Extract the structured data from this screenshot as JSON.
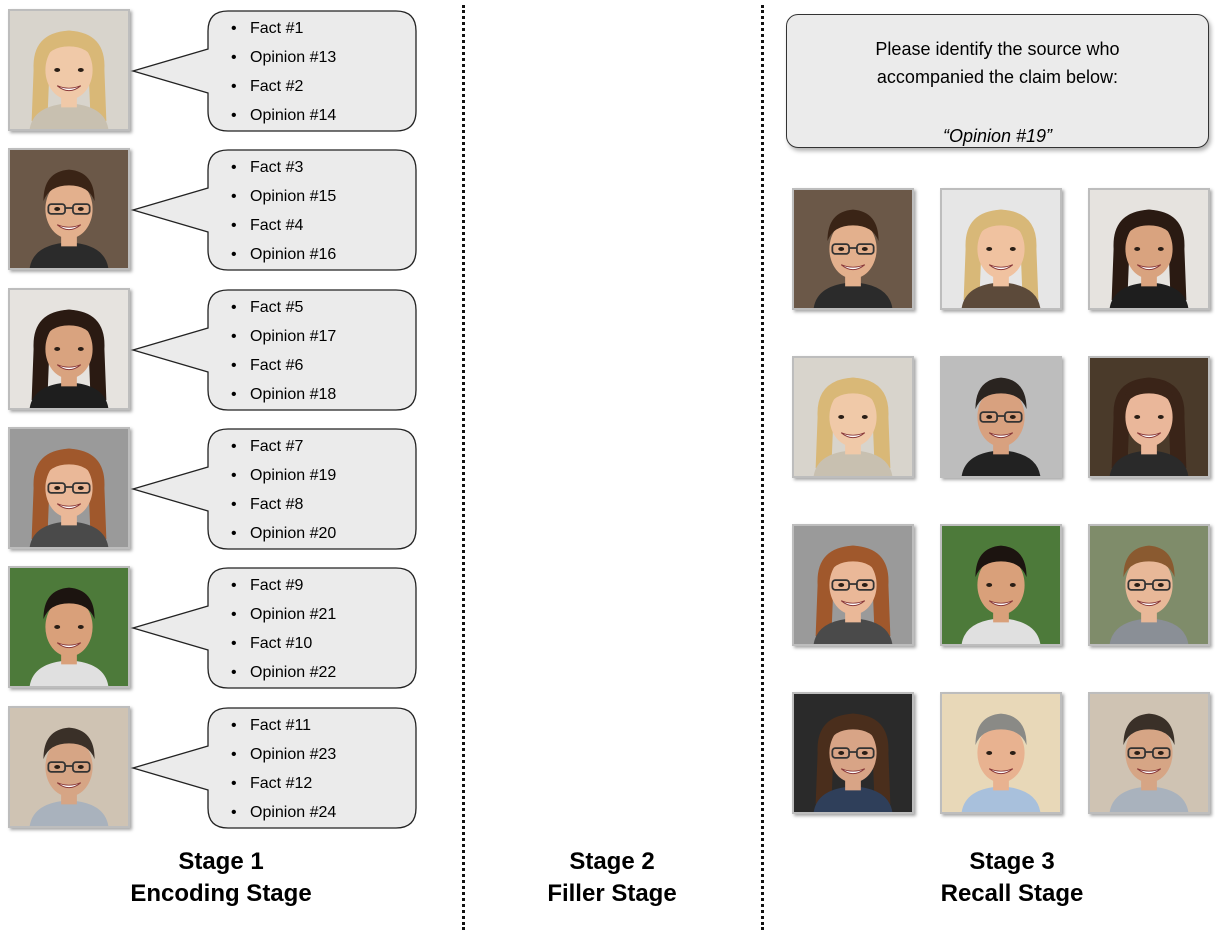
{
  "stage1": {
    "title": "Stage 1",
    "subtitle": "Encoding Stage",
    "sources": [
      {
        "face": "blonde-woman",
        "claims": [
          "Fact #1",
          "Opinion #13",
          "Fact #2",
          "Opinion #14"
        ]
      },
      {
        "face": "man-glasses-brown-hair",
        "claims": [
          "Fact #3",
          "Opinion #15",
          "Fact #4",
          "Opinion #16"
        ]
      },
      {
        "face": "curly-dark-haired-woman",
        "claims": [
          "Fact #5",
          "Opinion #17",
          "Fact #6",
          "Opinion #18"
        ]
      },
      {
        "face": "older-woman-glasses",
        "claims": [
          "Fact #7",
          "Opinion #19",
          "Fact #8",
          "Opinion #20"
        ]
      },
      {
        "face": "dark-haired-man-green-bg",
        "claims": [
          "Fact #9",
          "Opinion #21",
          "Fact #10",
          "Opinion #22"
        ]
      },
      {
        "face": "man-glasses-stubble",
        "claims": [
          "Fact #11",
          "Opinion #23",
          "Fact #12",
          "Opinion #24"
        ]
      }
    ]
  },
  "stage2": {
    "title": "Stage 2",
    "subtitle": "Filler Stage"
  },
  "stage3": {
    "title": "Stage 3",
    "subtitle": "Recall Stage",
    "prompt_line1": "Please identify the source who",
    "prompt_line2": "accompanied the claim below:",
    "prompt_claim": "“Opinion #19”",
    "choices": [
      "man-glasses-brown-hair",
      "blonde-older-woman",
      "curly-dark-haired-woman",
      "blonde-woman",
      "man-glasses-suit",
      "brunette-woman",
      "older-woman-glasses",
      "dark-haired-man-green-bg",
      "man-glasses-outdoor",
      "curly-haired-woman-glasses",
      "gray-haired-man",
      "man-glasses-stubble"
    ]
  },
  "faces": {
    "blonde-woman": {
      "bg": "#d8d4cc",
      "skin": "#f0c9a8",
      "hair": "#d9b877",
      "glasses": false,
      "long": true,
      "shirt": "#c8c0b0"
    },
    "man-glasses-brown-hair": {
      "bg": "#6b5848",
      "skin": "#e3b08d",
      "hair": "#3a2416",
      "glasses": true,
      "long": false,
      "shirt": "#2b2b2b"
    },
    "curly-dark-haired-woman": {
      "bg": "#e6e3df",
      "skin": "#d9a37f",
      "hair": "#2a1a12",
      "glasses": false,
      "long": true,
      "shirt": "#1e1e1e"
    },
    "older-woman-glasses": {
      "bg": "#9a9a9a",
      "skin": "#eab898",
      "hair": "#a0582c",
      "glasses": true,
      "long": true,
      "shirt": "#4a4a4a"
    },
    "dark-haired-man-green-bg": {
      "bg": "#4d7a3a",
      "skin": "#d9a07a",
      "hair": "#1c1410",
      "glasses": false,
      "long": false,
      "shirt": "#e0e0e0"
    },
    "man-glasses-stubble": {
      "bg": "#cfc3b3",
      "skin": "#d6a585",
      "hair": "#3a3028",
      "glasses": true,
      "long": false,
      "shirt": "#a9b2bd"
    },
    "blonde-older-woman": {
      "bg": "#e6e6e6",
      "skin": "#f0c2a0",
      "hair": "#d8b878",
      "glasses": false,
      "long": true,
      "shirt": "#5c4a3a"
    },
    "man-glasses-suit": {
      "bg": "#bdbdbd",
      "skin": "#d8a17f",
      "hair": "#2a2420",
      "glasses": true,
      "long": false,
      "shirt": "#222222"
    },
    "brunette-woman": {
      "bg": "#4a3a2a",
      "skin": "#eab79a",
      "hair": "#3a2418",
      "glasses": false,
      "long": true,
      "shirt": "#2a2a2a"
    },
    "man-glasses-outdoor": {
      "bg": "#7f8c6a",
      "skin": "#e8b898",
      "hair": "#8a5a30",
      "glasses": true,
      "long": false,
      "shirt": "#8a8f96"
    },
    "curly-haired-woman-glasses": {
      "bg": "#2a2a2a",
      "skin": "#d8a486",
      "hair": "#4a2e1c",
      "glasses": true,
      "long": true,
      "shirt": "#2f3f5a"
    },
    "gray-haired-man": {
      "bg": "#e8d8b8",
      "skin": "#e8b290",
      "hair": "#8a8a86",
      "glasses": false,
      "long": false,
      "shirt": "#a8c0dc"
    }
  }
}
